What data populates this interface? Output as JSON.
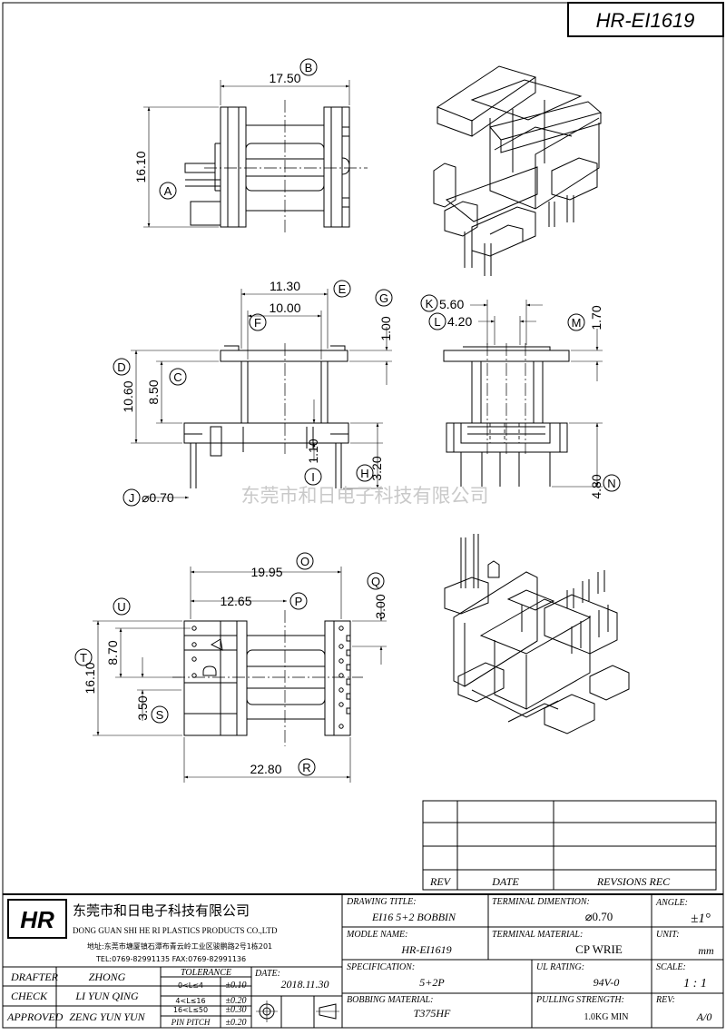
{
  "drawing_no": "HR-EI1619",
  "watermark": "东莞市和日电子科技有限公司",
  "dims": {
    "b": "17.50",
    "a": "16.10",
    "e": "11.30",
    "f": "10.00",
    "g": "1.00",
    "d": "10.60",
    "c": "8.50",
    "i": "1.10",
    "h": "3.20",
    "j": "⌀0.70",
    "k": "5.60",
    "l": "4.20",
    "m": "1.70",
    "n": "4.80",
    "o": "19.95",
    "p": "12.65",
    "q": "3.00",
    "t": "16.10",
    "u": "8.70",
    "s": "3.50",
    "r": "22.80"
  },
  "balloons": [
    "A",
    "B",
    "C",
    "D",
    "E",
    "F",
    "G",
    "H",
    "I",
    "J",
    "K",
    "L",
    "M",
    "N",
    "O",
    "P",
    "Q",
    "R",
    "S",
    "T",
    "U"
  ],
  "revision": {
    "rev": "REV",
    "date": "DATE",
    "revisions": "REVSIONS REC"
  },
  "company": {
    "logo": "HR",
    "name_cn": "东莞市和日电子科技有限公司",
    "name_en": "DONG GUAN SHI HE RI  PLASTICS PRODUCTS   CO.,LTD",
    "address": "地址:东莞市塘厦镇石潭布青云岭工业区骏鹏路2号1栋201",
    "contact": "TEL:0769-82991135    FAX:0769-82991136"
  },
  "signatures": {
    "drafter_label": "DRAFTER",
    "drafter": "ZHONG",
    "check_label": "CHECK",
    "check": "LI YUN QING",
    "approved_label": "APPROVED",
    "approved": "ZENG YUN YUN"
  },
  "tolerance": {
    "label": "TOLERANCE",
    "rows": [
      {
        "range": "0<L≤4",
        "value": "±0.10"
      },
      {
        "range": "4<L≤16",
        "value": "±0.20"
      },
      {
        "range": "16<L≤50",
        "value": "±0.30"
      },
      {
        "range": "PIN PITCH",
        "value": "±0.20"
      }
    ]
  },
  "date_label": "DATE:",
  "date": "2018.11.30",
  "fields": {
    "drawing_title_label": "DRAWING TITLE:",
    "drawing_title": "EI16 5+2 BOBBIN",
    "terminal_dim_label": "TERMINAL DIMENTION:",
    "terminal_dim": "⌀0.70",
    "angle_label": "ANGLE:",
    "angle": "±1°",
    "model_label": "MODLE NAME:",
    "model": "HR-EI1619",
    "terminal_mat_label": "TERMINAL MATERIAL:",
    "terminal_mat": "CP WRIE",
    "unit_label": "UNIT:",
    "unit": "mm",
    "spec_label": "SPECIFICATION:",
    "spec": "5+2P",
    "ul_label": "UL RATING:",
    "ul": "94V-0",
    "scale_label": "SCALE:",
    "scale": "1 : 1",
    "material_label": "BOBBING MATERIAL:",
    "material": "T375HF",
    "pull_label": "PULLING STRENGTH:",
    "pull": "1.0KG MIN",
    "rev_label": "REV:",
    "rev": "A/0"
  }
}
